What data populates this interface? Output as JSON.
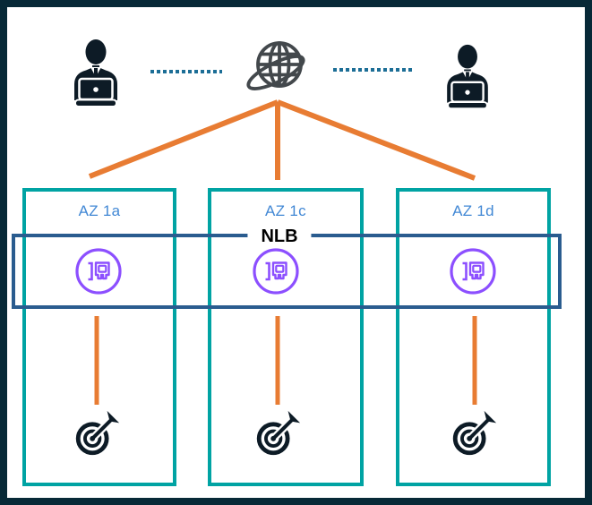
{
  "diagram": {
    "description": "Network Load Balancer spanning three availability zones with internet-facing users and targets",
    "nlb": {
      "label": "NLB"
    },
    "zones": [
      {
        "label": "AZ 1a"
      },
      {
        "label": "AZ 1c"
      },
      {
        "label": "AZ 1d"
      }
    ],
    "icons": {
      "internet": "globe-orbit-icon",
      "user_left": "user-laptop-icon",
      "user_right": "user-laptop-icon",
      "zone_node": "network-interface-icon",
      "zone_target": "target-arrow-icon"
    },
    "colors": {
      "frame": "#072937",
      "az_border_teal": "#00A3A3",
      "nlb_border_navy": "#2A5C8F",
      "az_label_blue": "#4288D5",
      "connector_orange": "#E87C33",
      "dotted_blue": "#1C6E96",
      "eni_purple": "#8C4FFF",
      "icon_black": "#0D1B26",
      "globe_gray": "#43484C"
    }
  }
}
